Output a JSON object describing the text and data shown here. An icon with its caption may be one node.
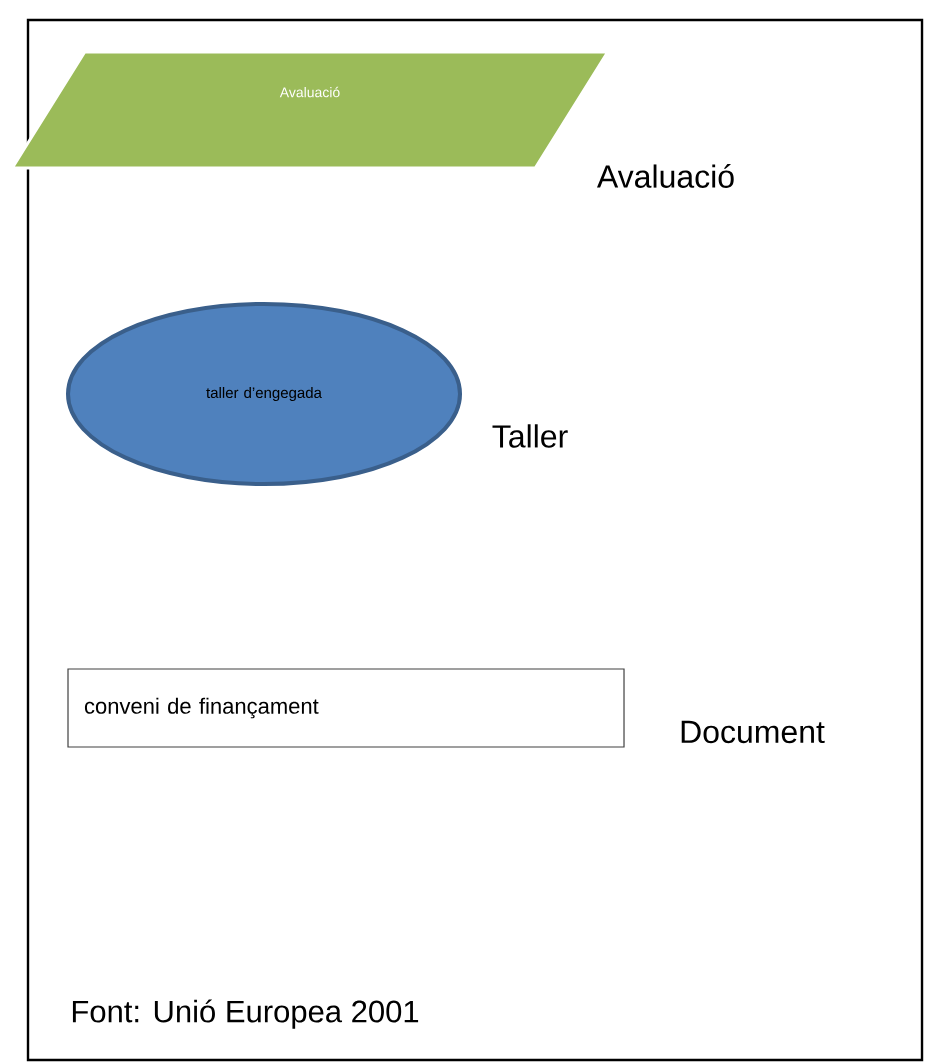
{
  "diagram": {
    "caption": "Font: Unió Europea 2001",
    "nodes": [
      {
        "text": [
          "Avaluació"
        ],
        "beside": [
          "Avaluació"
        ]
      },
      {
        "text": [
          "taller d’engegada"
        ],
        "beside": [
          "Taller"
        ]
      },
      {
        "text": [
          "conveni de finançament"
        ],
        "beside": [
          "Document"
        ]
      }
    ]
  }
}
